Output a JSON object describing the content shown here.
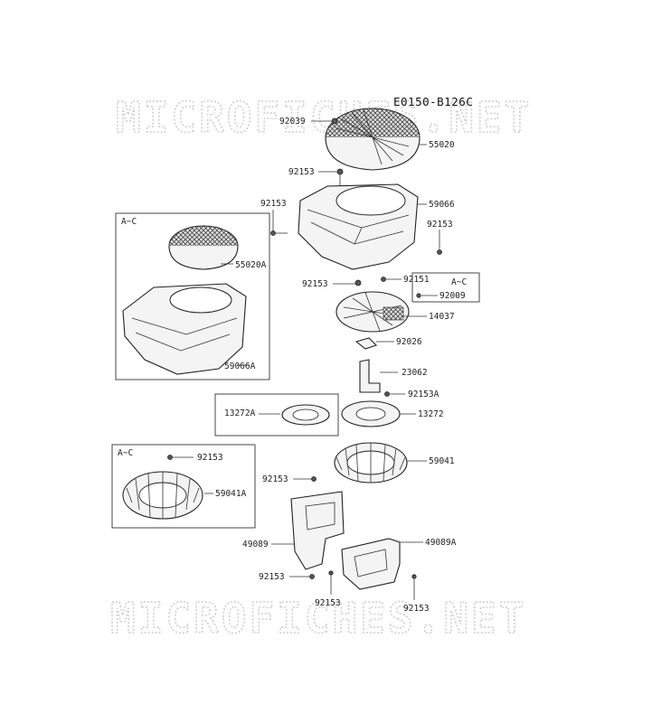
{
  "diagram_code": "E0150-B126C",
  "watermark": "MICROFICHES.NET",
  "group_label": "A~C",
  "parts": {
    "p55020": "55020",
    "p92039": "92039",
    "p92153_top": "92153",
    "p59066": "59066",
    "p92153_left": "92153",
    "p92153_right": "92153",
    "p92153_mid": "92153",
    "p92151": "92151",
    "p92009": "92009",
    "p14037": "14037",
    "p92026": "92026",
    "p23062": "23062",
    "p92153A": "92153A",
    "p13272": "13272",
    "p13272A": "13272A",
    "p55020A": "55020A",
    "p59066A": "59066A",
    "p59041": "59041",
    "p92153_box": "92153",
    "p59041A": "59041A",
    "p92153_plate": "92153",
    "p49089": "49089",
    "p49089A": "49089A",
    "p92153_bl": "92153",
    "p92153_bc": "92153",
    "p92153_br": "92153"
  }
}
